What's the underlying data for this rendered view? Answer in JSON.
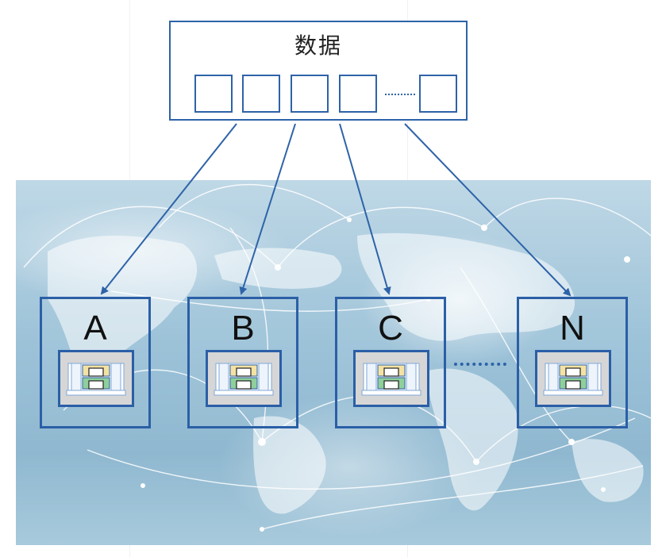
{
  "data_box": {
    "title": "数据"
  },
  "nodes": [
    {
      "label": "A"
    },
    {
      "label": "B"
    },
    {
      "label": "C"
    },
    {
      "label": "N"
    }
  ],
  "icons": {
    "node_server": "server-rack-icon"
  },
  "colors": {
    "line": "#2e63a8",
    "node_border": "#2b5fa6"
  }
}
